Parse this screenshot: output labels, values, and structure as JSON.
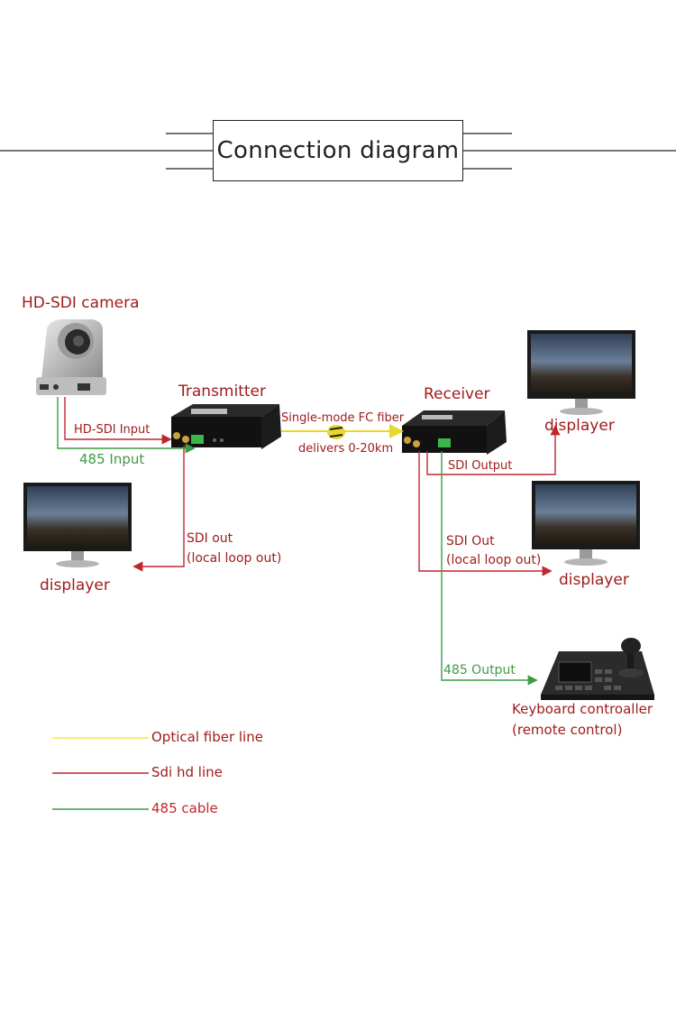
{
  "title": "Connection diagram",
  "nodes": {
    "camera": "HD-SDI camera",
    "transmitter": "Transmitter",
    "receiver": "Receiver",
    "displayer_top_right": "displayer",
    "displayer_left": "displayer",
    "displayer_mid_right": "displayer",
    "keyboard_line1": "Keyboard controaller",
    "keyboard_line2": "(remote control)"
  },
  "edges": {
    "hdsdi_input": "HD-SDI Input",
    "input_485": "485 Input",
    "fiber_line1": "Single-mode FC fiber",
    "fiber_line2": "delivers 0-20km",
    "sdi_out_tx_line1": "SDI out",
    "sdi_out_tx_line2": "(local loop out)",
    "sdi_output_rx": "SDI Output",
    "sdi_out_rx_line1": "SDI Out",
    "sdi_out_rx_line2": "(local loop out)",
    "output_485": "485 Output"
  },
  "legend": [
    {
      "label": "Optical fiber line",
      "color": "#f2ea3a"
    },
    {
      "label": "Sdi hd line",
      "color": "#c0272d"
    },
    {
      "label": "485 cable",
      "color": "#3f9a47"
    }
  ],
  "colors": {
    "fiber": "#f2ea3a",
    "sdi": "#c0272d",
    "rs485": "#3f9a47",
    "text_red": "#a01c1c"
  }
}
